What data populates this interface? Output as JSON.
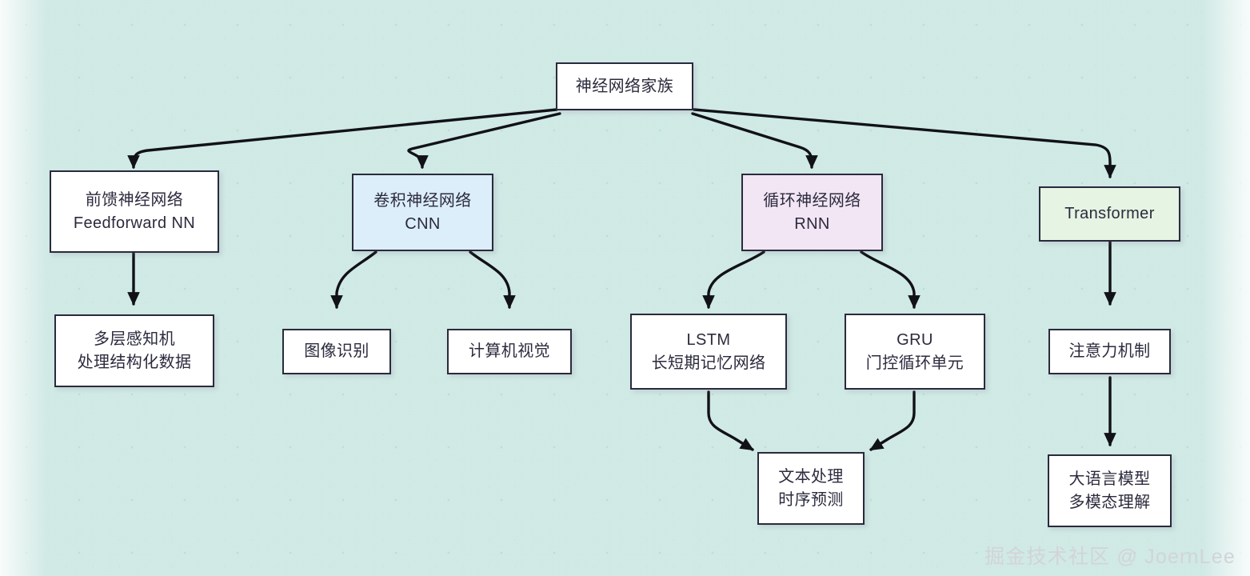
{
  "diagram": {
    "title": "神经网络家族",
    "watermark": "掘金技术社区 @ JoernLee",
    "colors": {
      "border": "#2a2a3c",
      "text": "#2b2b3e",
      "edge": "#111118",
      "fill_default": "#ffffff",
      "fill_cnn": "#ddeefb",
      "fill_rnn": "#f3e6f4",
      "fill_transformer": "#e6f4e3",
      "background": "#ffffff",
      "grid_dot": "#c4e4de",
      "watermark": "#d2d4d7"
    },
    "nodes": {
      "root": {
        "line1": "神经网络家族",
        "line2": ""
      },
      "ffnn": {
        "line1": "前馈神经网络",
        "line2": "Feedforward NN"
      },
      "cnn": {
        "line1": "卷积神经网络",
        "line2": "CNN"
      },
      "rnn": {
        "line1": "循环神经网络",
        "line2": "RNN"
      },
      "transformer": {
        "line1": "Transformer",
        "line2": ""
      },
      "mlp": {
        "line1": "多层感知机",
        "line2": "处理结构化数据"
      },
      "image_rec": {
        "line1": "图像识别",
        "line2": ""
      },
      "cv": {
        "line1": "计算机视觉",
        "line2": ""
      },
      "lstm": {
        "line1": "LSTM",
        "line2": "长短期记忆网络"
      },
      "gru": {
        "line1": "GRU",
        "line2": "门控循环单元"
      },
      "text_time": {
        "line1": "文本处理",
        "line2": "时序预测"
      },
      "attention": {
        "line1": "注意力机制",
        "line2": ""
      },
      "llm": {
        "line1": "大语言模型",
        "line2": "多模态理解"
      }
    },
    "edges": [
      {
        "from": "root",
        "to": "ffnn"
      },
      {
        "from": "root",
        "to": "cnn"
      },
      {
        "from": "root",
        "to": "rnn"
      },
      {
        "from": "root",
        "to": "transformer"
      },
      {
        "from": "ffnn",
        "to": "mlp"
      },
      {
        "from": "cnn",
        "to": "image_rec"
      },
      {
        "from": "cnn",
        "to": "cv"
      },
      {
        "from": "rnn",
        "to": "lstm"
      },
      {
        "from": "rnn",
        "to": "gru"
      },
      {
        "from": "lstm",
        "to": "text_time"
      },
      {
        "from": "gru",
        "to": "text_time"
      },
      {
        "from": "transformer",
        "to": "attention"
      },
      {
        "from": "attention",
        "to": "llm"
      }
    ]
  }
}
